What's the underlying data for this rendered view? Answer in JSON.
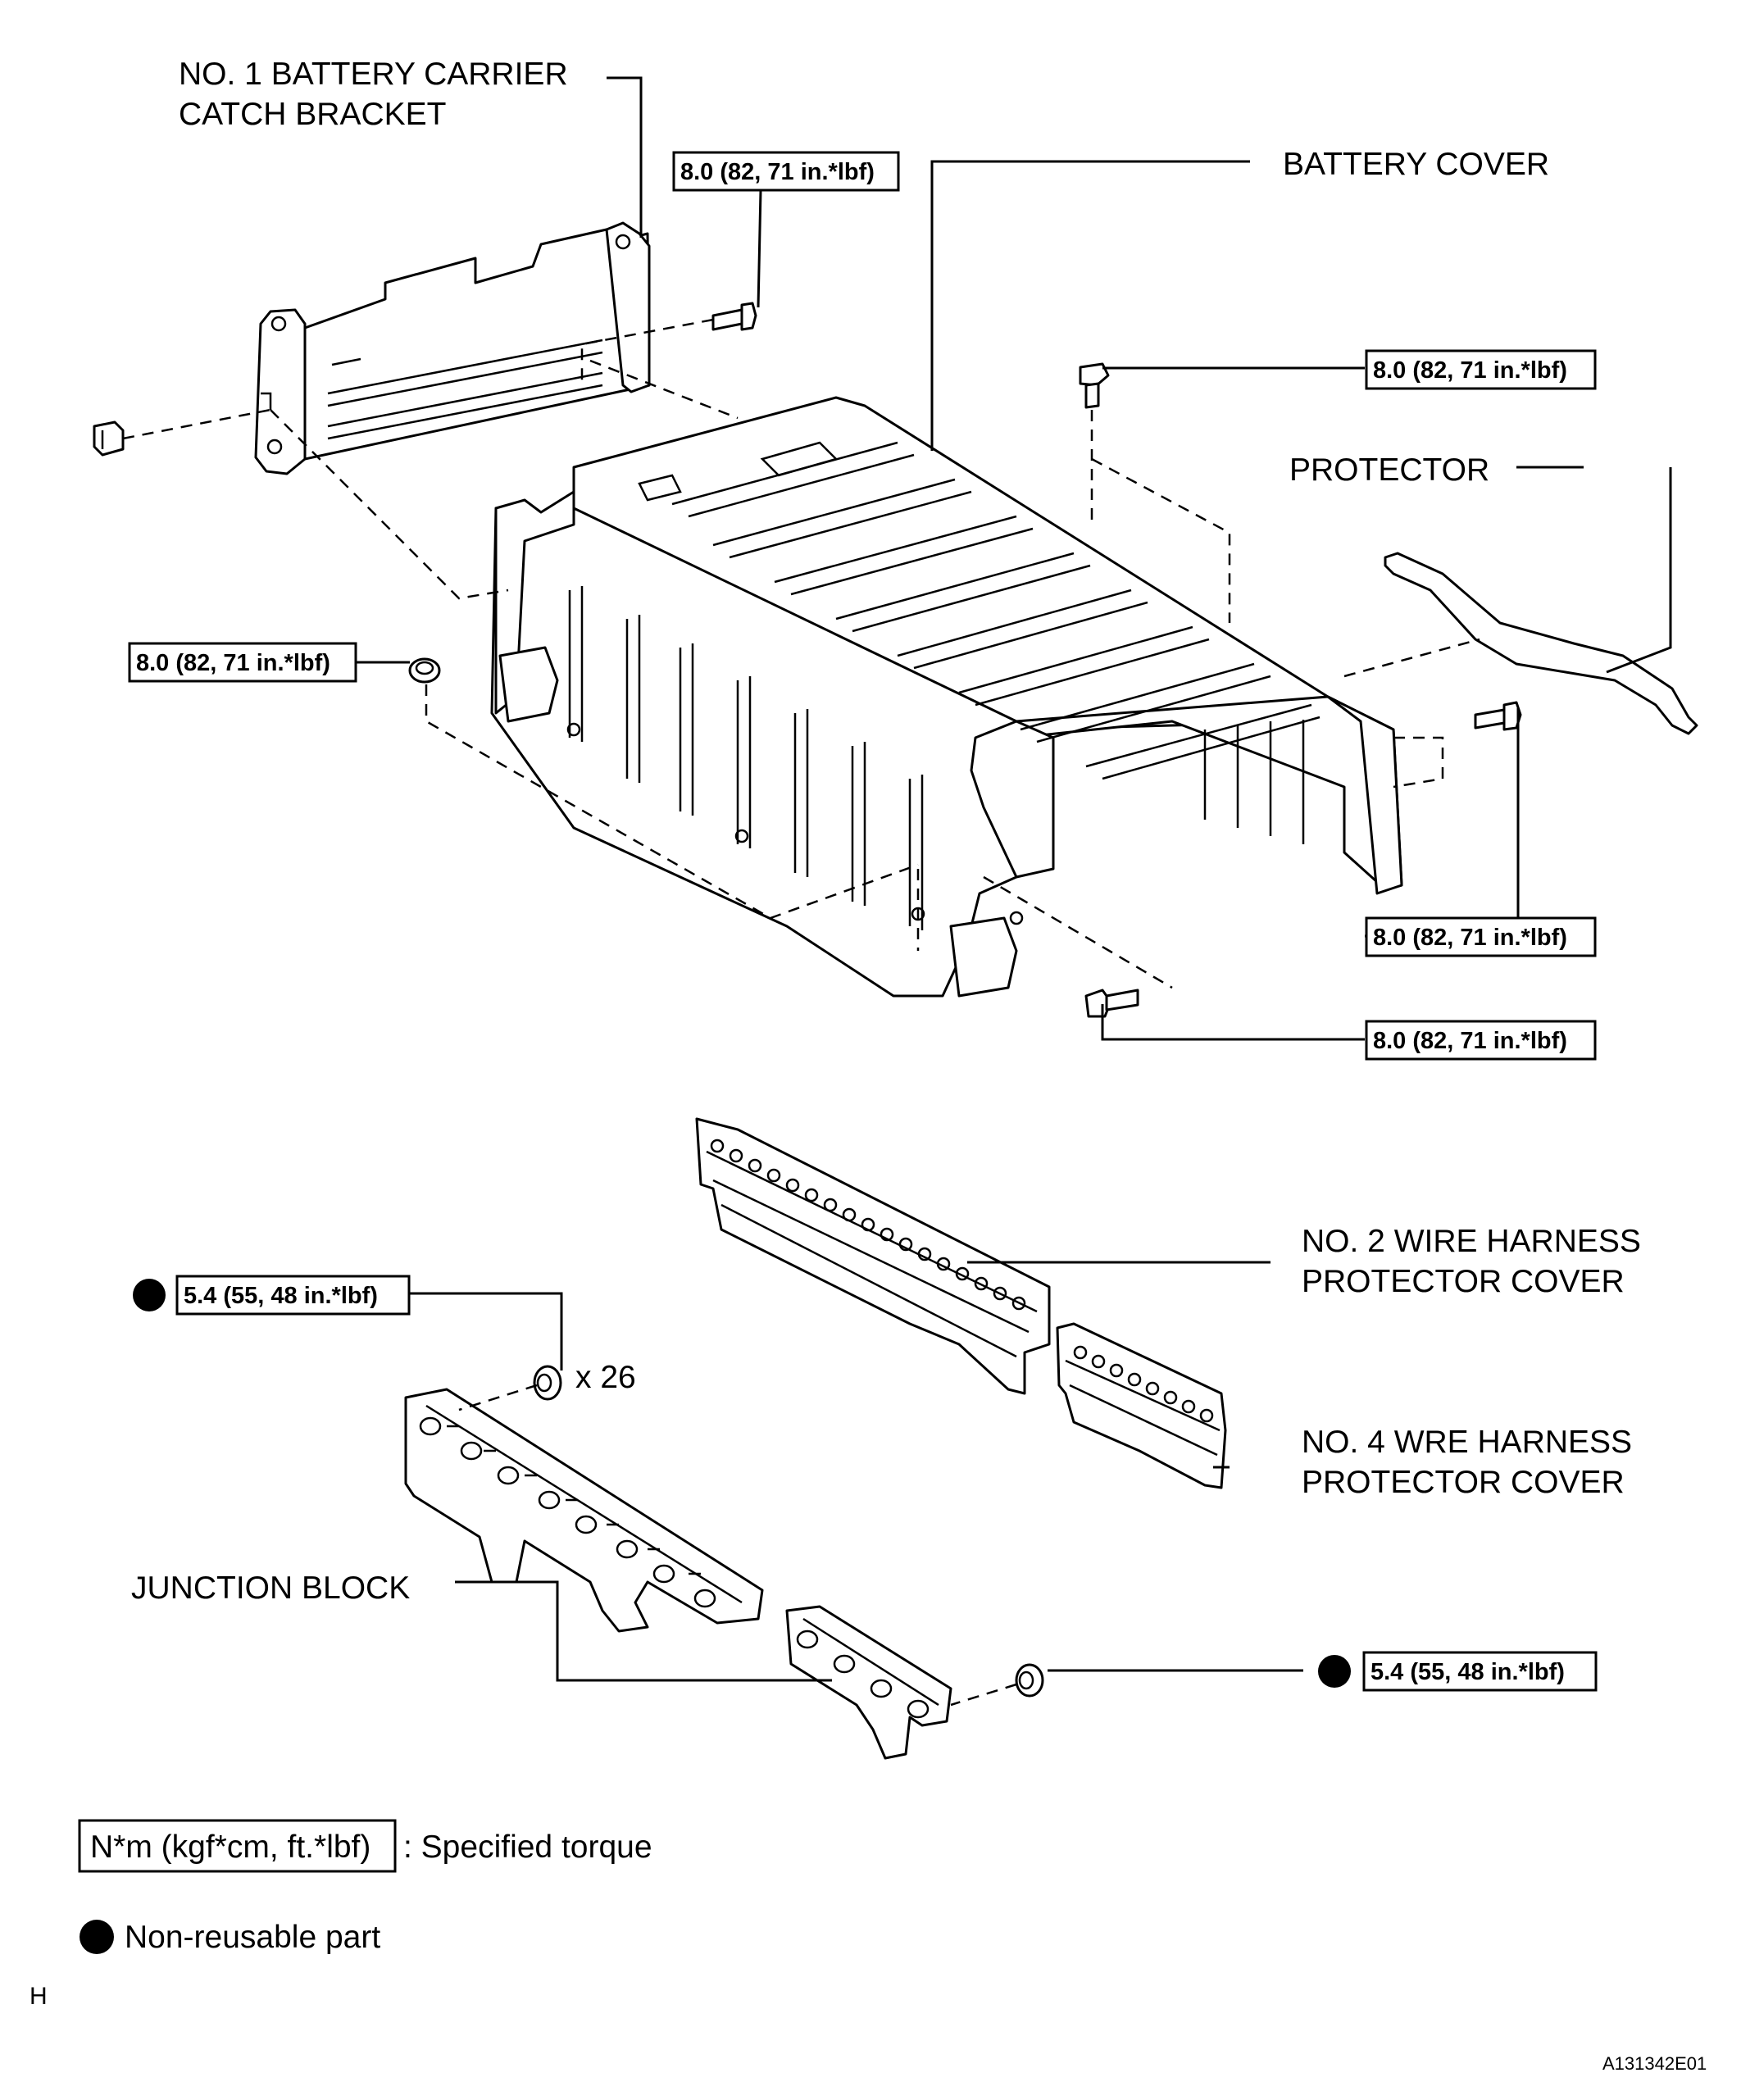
{
  "labels": {
    "bracket_line1": "NO. 1 BATTERY CARRIER",
    "bracket_line2": "CATCH BRACKET",
    "battery_cover": "BATTERY COVER",
    "protector": "PROTECTOR",
    "no2_line1": "NO. 2 WIRE HARNESS",
    "no2_line2": "PROTECTOR COVER",
    "no4_line1": "NO. 4 WRE HARNESS",
    "no4_line2": "PROTECTOR COVER",
    "junction_block": "JUNCTION BLOCK",
    "nut_count": "x 26"
  },
  "torques": {
    "bracket_bolt": "8.0 (82, 71 in.*lbf)",
    "cover_top_bolt": "8.0 (82, 71 in.*lbf)",
    "cover_left_nut": "8.0 (82, 71 in.*lbf)",
    "cover_right_bolt": "8.0 (82, 71 in.*lbf)",
    "cover_front_bolt": "8.0 (82, 71 in.*lbf)",
    "junction_nuts": "5.4 (55, 48 in.*lbf)",
    "junction_right_nut": "5.4 (55, 48 in.*lbf)"
  },
  "legend": {
    "torque_box": "N*m (kgf*cm, ft.*lbf)",
    "torque_desc": ": Specified torque",
    "nonreusable_desc": "Non-reusable part"
  },
  "footer": {
    "left_mark": "H",
    "figure_id": "A131342E01"
  }
}
